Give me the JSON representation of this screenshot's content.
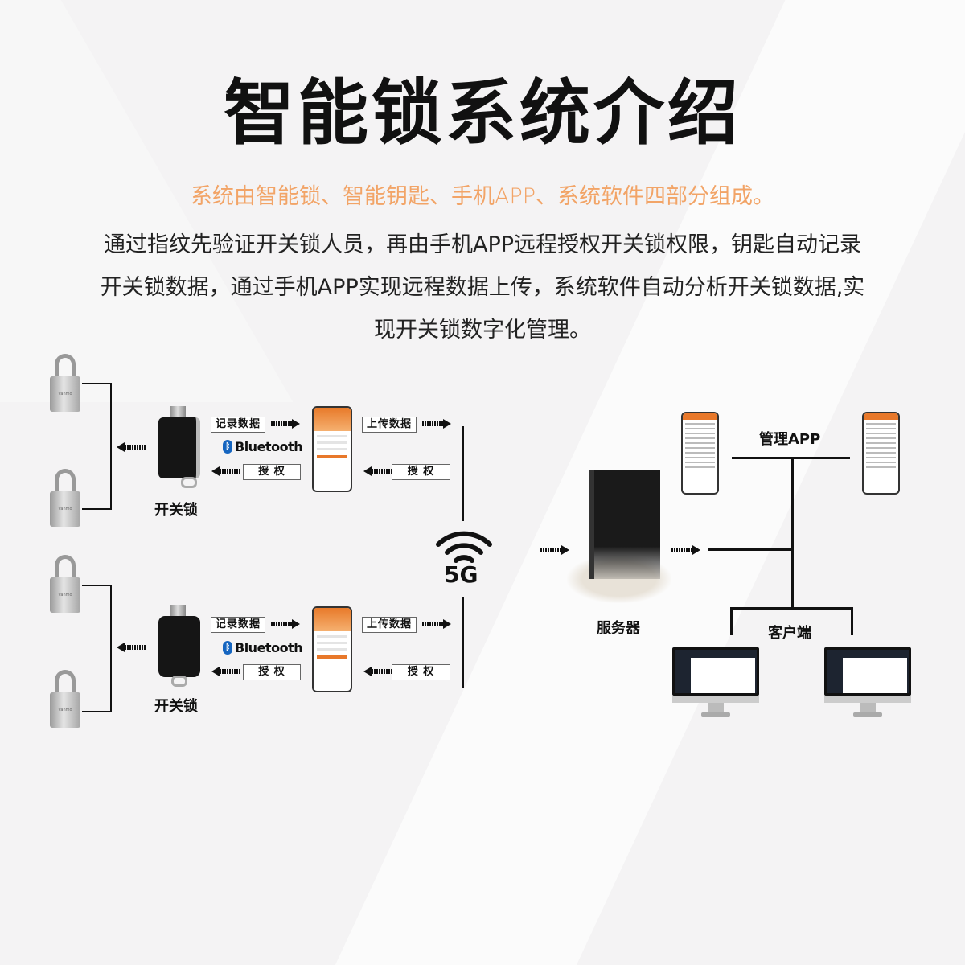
{
  "header": {
    "title": "智能锁系统介绍",
    "subtitle": "系统由智能锁、智能钥匙、手机APP、系统软件四部分组成。",
    "body_lines": [
      "通过指纹先验证开关锁人员，再由手机APP远程授权开关锁权限，钥匙自动记录",
      "开关锁数据，通过手机APP实现远程数据上传，系统软件自动分析开关锁数据,实",
      "现开关锁数字化管理。"
    ]
  },
  "colors": {
    "subtitle": "#f2a467",
    "text": "#111111",
    "bluetooth": "#1565c0",
    "app_accent": "#e8782a"
  },
  "diagram": {
    "padlock_logo": "Vanmo",
    "groups": [
      {
        "device_label": "开关锁",
        "record_label": "记录数据",
        "bluetooth_label": "Bluetooth",
        "auth_label_left": "授 权",
        "upload_label": "上传数据",
        "auth_label_right": "授 权"
      },
      {
        "device_label": "开关锁",
        "record_label": "记录数据",
        "bluetooth_label": "Bluetooth",
        "auth_label_left": "授 权",
        "upload_label": "上传数据",
        "auth_label_right": "授 权"
      }
    ],
    "network_label": "5G",
    "server_label": "服务器",
    "manage_app_label": "管理APP",
    "client_label": "客户端"
  }
}
